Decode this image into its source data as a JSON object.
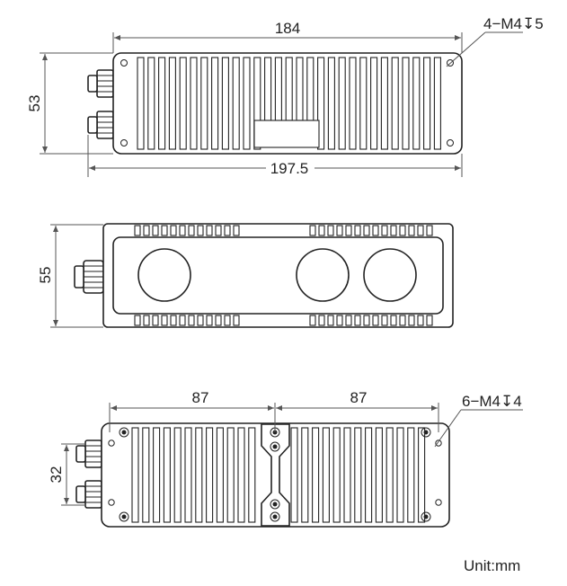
{
  "top_view": {
    "width_label": "184",
    "height_label": "53",
    "overall_label": "197.5",
    "hole_callout": "4−M4↧5"
  },
  "front_view": {
    "height_label": "55"
  },
  "bottom_view": {
    "left_spacing_label": "87",
    "right_spacing_label": "87",
    "connector_spacing_label": "32",
    "hole_callout": "6−M4↧4"
  },
  "unit_label": "Unit:mm"
}
